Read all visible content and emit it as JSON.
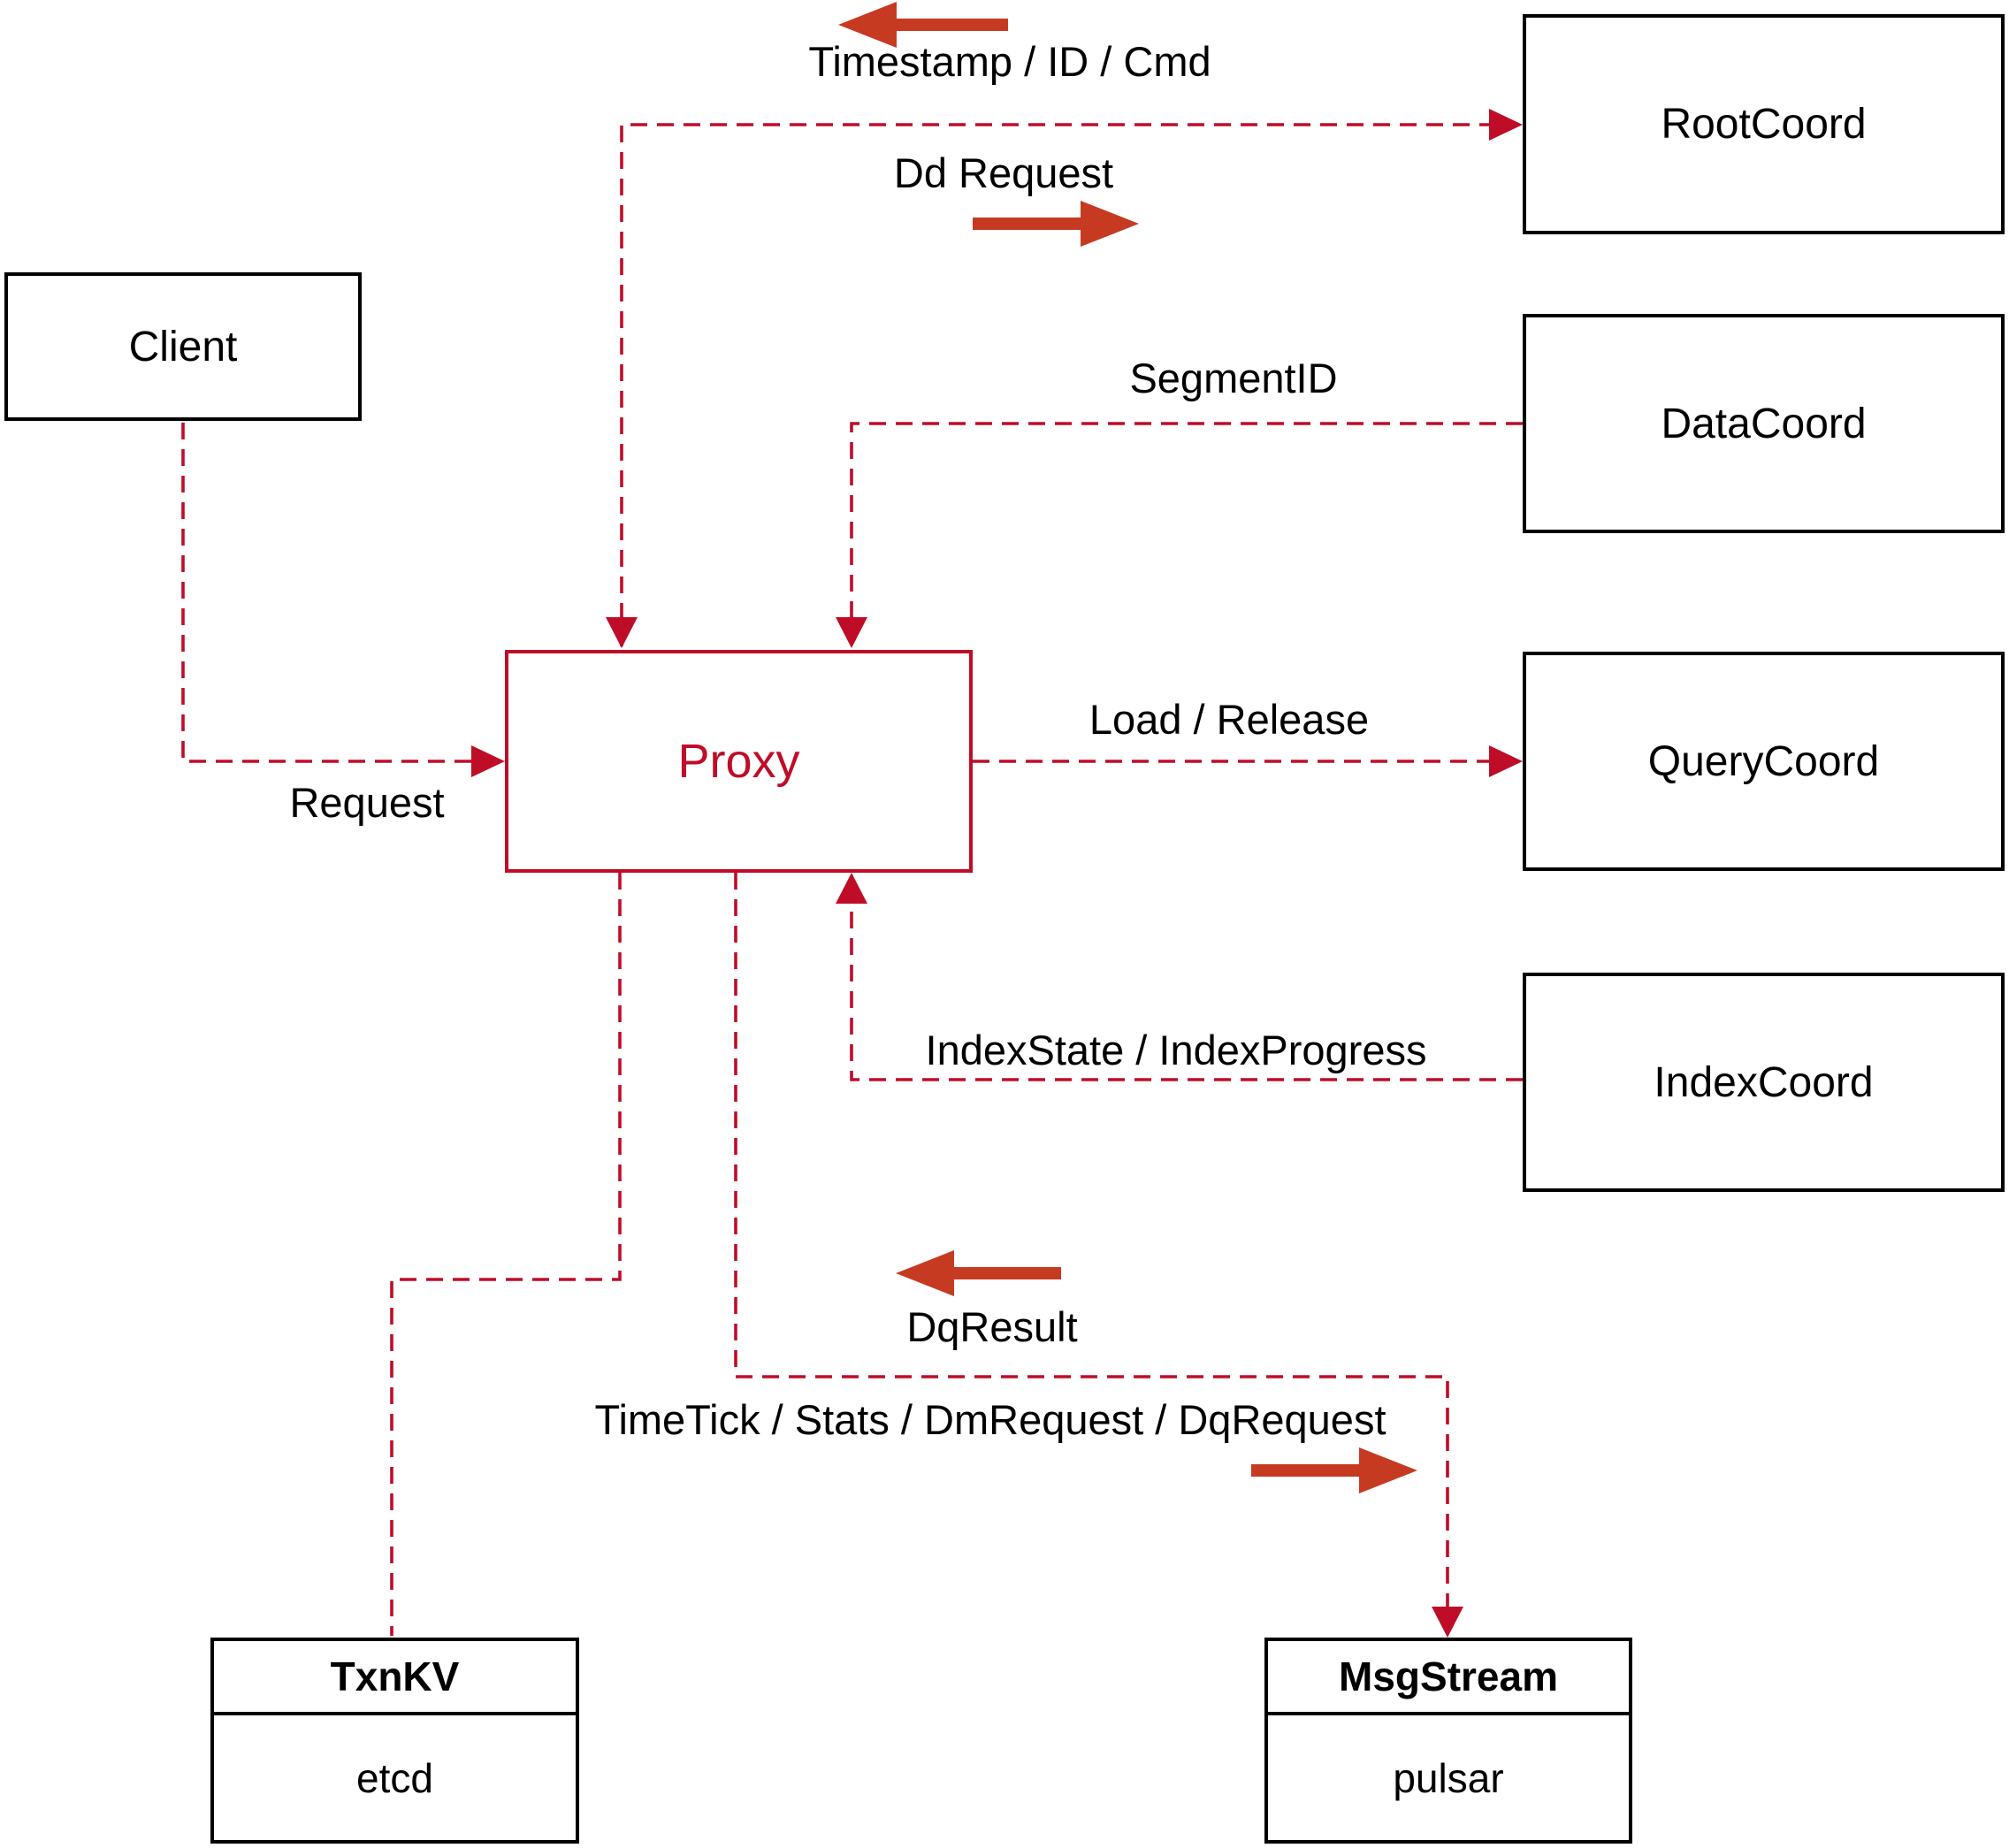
{
  "nodes": {
    "client": {
      "label": "Client"
    },
    "proxy": {
      "label": "Proxy"
    },
    "rootcoord": {
      "label": "RootCoord"
    },
    "datacoord": {
      "label": "DataCoord"
    },
    "querycoord": {
      "label": "QueryCoord"
    },
    "indexcoord": {
      "label": "IndexCoord"
    },
    "txnkv": {
      "title": "TxnKV",
      "subtitle": "etcd"
    },
    "msgstream": {
      "title": "MsgStream",
      "subtitle": "pulsar"
    }
  },
  "edges": {
    "timestamp": {
      "label": "Timestamp / ID / Cmd"
    },
    "dd_request": {
      "label": "Dd Request"
    },
    "segment_id": {
      "label": "SegmentID"
    },
    "load_release": {
      "label": "Load / Release"
    },
    "index_state": {
      "label": "IndexState / IndexProgress"
    },
    "dq_result": {
      "label": "DqResult"
    },
    "timetick": {
      "label": "TimeTick / Stats / DmRequest / DqRequest"
    },
    "request": {
      "label": "Request"
    }
  },
  "colors": {
    "line_red": "#bf0d28",
    "arrow_red": "#c63a22",
    "box_border": "#000000",
    "text_color": "#000000",
    "background": "#ffffff"
  }
}
